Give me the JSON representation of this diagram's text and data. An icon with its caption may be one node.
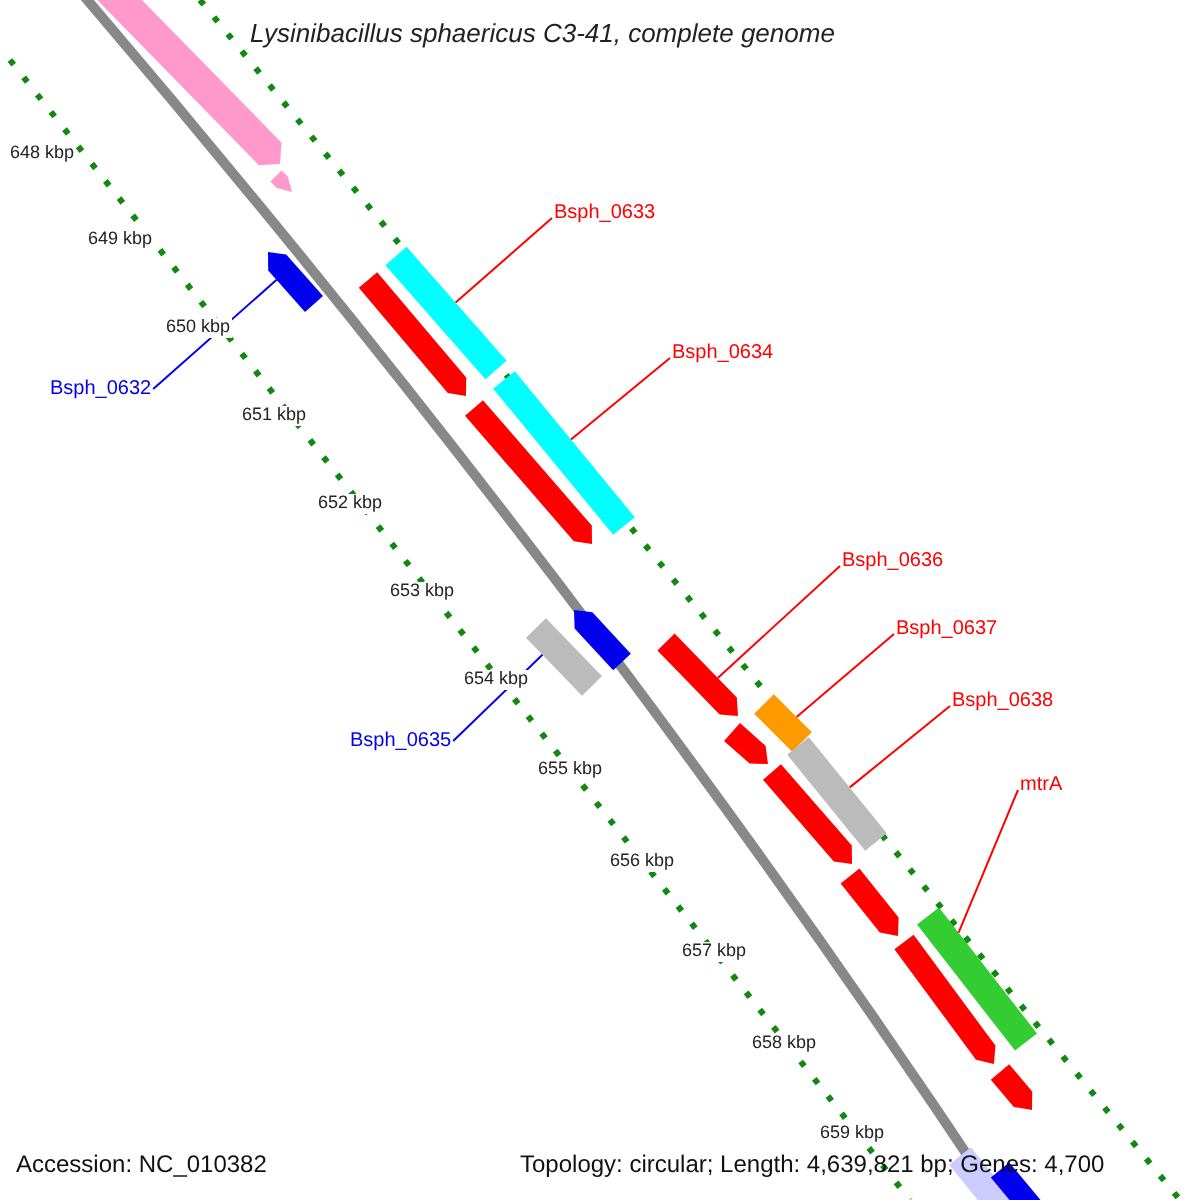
{
  "diagram": {
    "title": "Lysinibacillus sphaericus C3-41, complete genome",
    "nodes": [
      {
        "text": [
          "Bsph_0633"
        ]
      },
      {
        "text": [],
        "shape": "bar"
      },
      {
        "text": [
          "Bsph_0632"
        ]
      },
      {
        "text": [],
        "shape": "bar"
      },
      {
        "text": [
          "Bsph_0634"
        ]
      },
      {
        "text": [],
        "shape": "bar"
      },
      {
        "text": [
          "Bsph_0636"
        ]
      },
      {
        "text": [],
        "shape": "bar"
      },
      {
        "text": [
          "Bsph_0637"
        ]
      },
      {
        "text": [],
        "shape": "bar"
      },
      {
        "text": [
          "Bsph_0635"
        ]
      },
      {
        "text": [],
        "shape": "bar"
      },
      {
        "text": [
          "Bsph_0638"
        ]
      },
      {
        "text": [],
        "shape": "bar"
      },
      {
        "text": [
          "mtrA"
        ]
      },
      {
        "text": [],
        "shape": "bar"
      }
    ],
    "edges": [
      {
        "from": 0,
        "to": 1,
        "arrow": "none"
      },
      {
        "from": 2,
        "to": 3,
        "arrow": "none",
        "color": "#0000ee"
      },
      {
        "from": 4,
        "to": 5,
        "arrow": "none"
      },
      {
        "from": 6,
        "to": 7,
        "arrow": "none"
      },
      {
        "from": 8,
        "to": 9,
        "arrow": "none"
      },
      {
        "from": 10,
        "to": 11,
        "arrow": "none",
        "color": "#0000ee"
      },
      {
        "from": 12,
        "to": 13,
        "arrow": "none"
      },
      {
        "from": 14,
        "to": 15,
        "arrow": "none"
      }
    ],
    "labels": [
      "648 kbp",
      "649 kbp",
      "650 kbp",
      "651 kbp",
      "652 kbp",
      "653 kbp",
      "654 kbp",
      "655 kbp",
      "656 kbp",
      "657 kbp",
      "658 kbp",
      "659 kbp",
      "Accession: NC_010382",
      "Topology: circular; Length: 4,639,821 bp; Genes: 4,700"
    ]
  }
}
